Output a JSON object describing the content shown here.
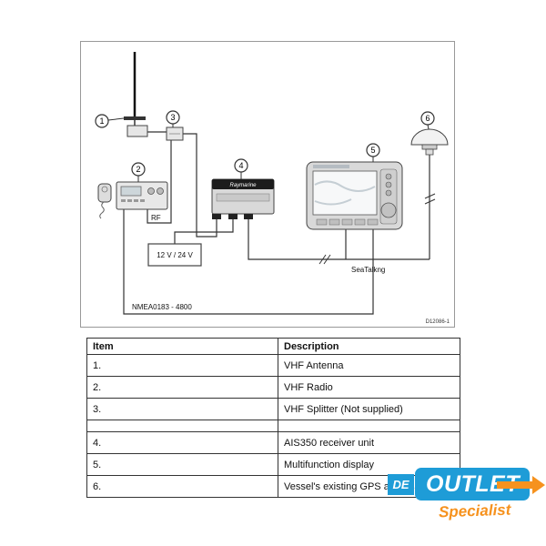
{
  "diagram": {
    "callouts": [
      "1",
      "2",
      "3",
      "4",
      "5",
      "6"
    ],
    "labels": {
      "rf": "RF",
      "power": "12 V / 24 V",
      "seatalk": "SeaTalkng",
      "nmea": "NMEA0183 - 4800",
      "doc_ref": "D12086-1",
      "ais_brand": "Raymarine"
    }
  },
  "table": {
    "headers": [
      "Item",
      "Description"
    ],
    "rows": [
      {
        "item": "1.",
        "description": "VHF Antenna"
      },
      {
        "item": "2.",
        "description": "VHF Radio"
      },
      {
        "item": "3.",
        "description": "VHF Splitter (Not supplied)"
      },
      {
        "item": "4.",
        "description": "AIS350 receiver unit"
      },
      {
        "item": "5.",
        "description": "Multifunction display"
      },
      {
        "item": "6.",
        "description": "Vessel's existing GPS antenna"
      }
    ]
  },
  "logo": {
    "prefix": "DE",
    "main": "OUTLET",
    "tagline": "Specialist",
    "blue": "#1e9cd7",
    "orange": "#f6921e"
  }
}
